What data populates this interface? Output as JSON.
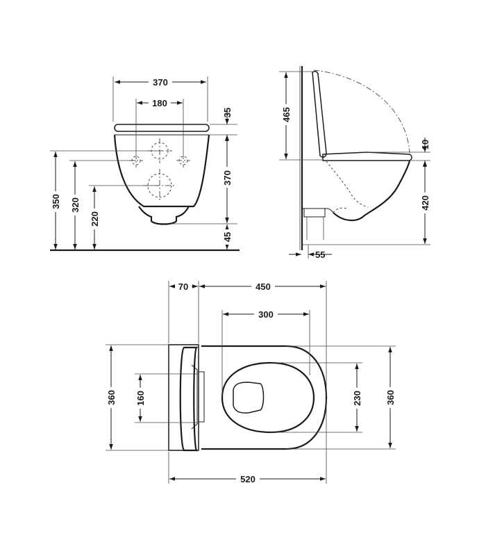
{
  "front_view": {
    "dims": {
      "overall_width": "370",
      "bolt_spacing": "180",
      "seat_offset": "35",
      "body_height": "370",
      "bottom_clearance": "45",
      "inlet_height": "350",
      "bolt_height": "320",
      "outlet_height": "220"
    }
  },
  "side_view": {
    "dims": {
      "lid_height": "465",
      "seat_thickness": "10",
      "rim_height": "420",
      "wall_offset": "55"
    }
  },
  "top_view": {
    "dims": {
      "flange_depth": "70",
      "bowl_length": "450",
      "opening_length": "300",
      "overall_width_left": "360",
      "bolt_spacing": "160",
      "opening_width": "230",
      "overall_width_right": "360",
      "overall_length": "520"
    }
  }
}
